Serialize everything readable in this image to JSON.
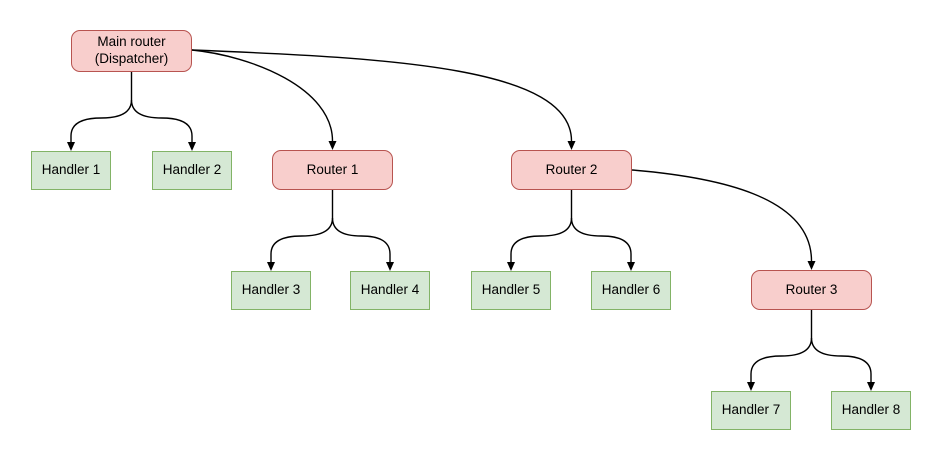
{
  "diagram": {
    "nodes": {
      "main_router": {
        "line1": "Main router",
        "line2": "(Dispatcher)",
        "kind": "router"
      },
      "handler_1": {
        "label": "Handler 1",
        "kind": "handler"
      },
      "handler_2": {
        "label": "Handler 2",
        "kind": "handler"
      },
      "router_1": {
        "label": "Router 1",
        "kind": "router"
      },
      "router_2": {
        "label": "Router 2",
        "kind": "router"
      },
      "handler_3": {
        "label": "Handler 3",
        "kind": "handler"
      },
      "handler_4": {
        "label": "Handler 4",
        "kind": "handler"
      },
      "handler_5": {
        "label": "Handler 5",
        "kind": "handler"
      },
      "handler_6": {
        "label": "Handler 6",
        "kind": "handler"
      },
      "router_3": {
        "label": "Router 3",
        "kind": "router"
      },
      "handler_7": {
        "label": "Handler 7",
        "kind": "handler"
      },
      "handler_8": {
        "label": "Handler 8",
        "kind": "handler"
      }
    },
    "edges": [
      {
        "from": "main_router",
        "to": "handler_1"
      },
      {
        "from": "main_router",
        "to": "handler_2"
      },
      {
        "from": "main_router",
        "to": "router_1"
      },
      {
        "from": "main_router",
        "to": "router_2"
      },
      {
        "from": "router_1",
        "to": "handler_3"
      },
      {
        "from": "router_1",
        "to": "handler_4"
      },
      {
        "from": "router_2",
        "to": "handler_5"
      },
      {
        "from": "router_2",
        "to": "handler_6"
      },
      {
        "from": "router_2",
        "to": "router_3"
      },
      {
        "from": "router_3",
        "to": "handler_7"
      },
      {
        "from": "router_3",
        "to": "handler_8"
      }
    ],
    "colors": {
      "router_fill": "#f8cecc",
      "router_stroke": "#b85450",
      "handler_fill": "#d5e8d4",
      "handler_stroke": "#82b366",
      "edge_stroke": "#000000",
      "canvas_background": "#ffffff"
    }
  }
}
